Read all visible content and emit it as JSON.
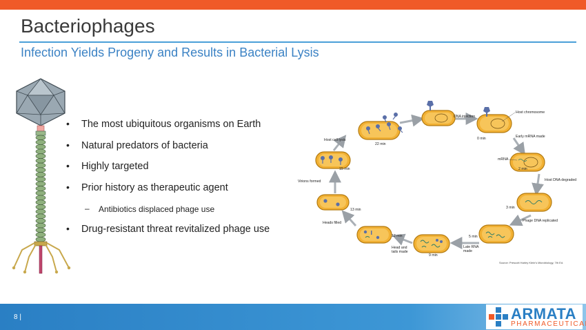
{
  "slide": {
    "title": "Bacteriophages",
    "subtitle": "Infection Yields Progeny and Results in Bacterial Lysis",
    "page_number": "8  |"
  },
  "bullets": [
    {
      "text": "The most ubiquitous organisms on Earth",
      "level": 1
    },
    {
      "text": "Natural predators of bacteria",
      "level": 1
    },
    {
      "text": "Highly targeted",
      "level": 1
    },
    {
      "text": "Prior history as therapeutic agent",
      "level": 1
    },
    {
      "text": "Antibiotics displaced phage use",
      "level": 2
    },
    {
      "text": "Drug-resistant threat revitalized phage use",
      "level": 1
    }
  ],
  "cycle": {
    "labels": {
      "dna_injection": "DNA injection",
      "host_chromosome": "Host chromosome",
      "t0": "0 min",
      "early_mrna": "Early mRNA made",
      "mrna": "mRNA",
      "t2": "2 min",
      "host_dna_degraded": "Host DNA degraded",
      "t3": "3 min",
      "phage_dna_replicated": "Phage DNA replicated",
      "t5": "5 min",
      "late_rna": "Late RNA\nmade",
      "t9": "9 min",
      "t12": "12 min",
      "head_tails": "Head and\ntails made",
      "heads_filled": "Heads filled",
      "t13": "13 min",
      "virions_formed": "Virions formed",
      "t15": "15 min",
      "host_cell_lysis": "Host cell lysis",
      "t22": "22 min"
    },
    "source": "Source: Prescott Harley Klein's Microbiology, 7th Ed."
  },
  "logo": {
    "name": "ARMATA",
    "sub": "PHARMACEUTICALS"
  },
  "colors": {
    "accent_orange": "#f05a28",
    "accent_blue": "#3b82c4",
    "cell_fill": "#f2b134",
    "cell_stroke": "#b27a10",
    "phage_blue": "#5a6fa8",
    "phage_leg_gold": "#c8a84c"
  }
}
